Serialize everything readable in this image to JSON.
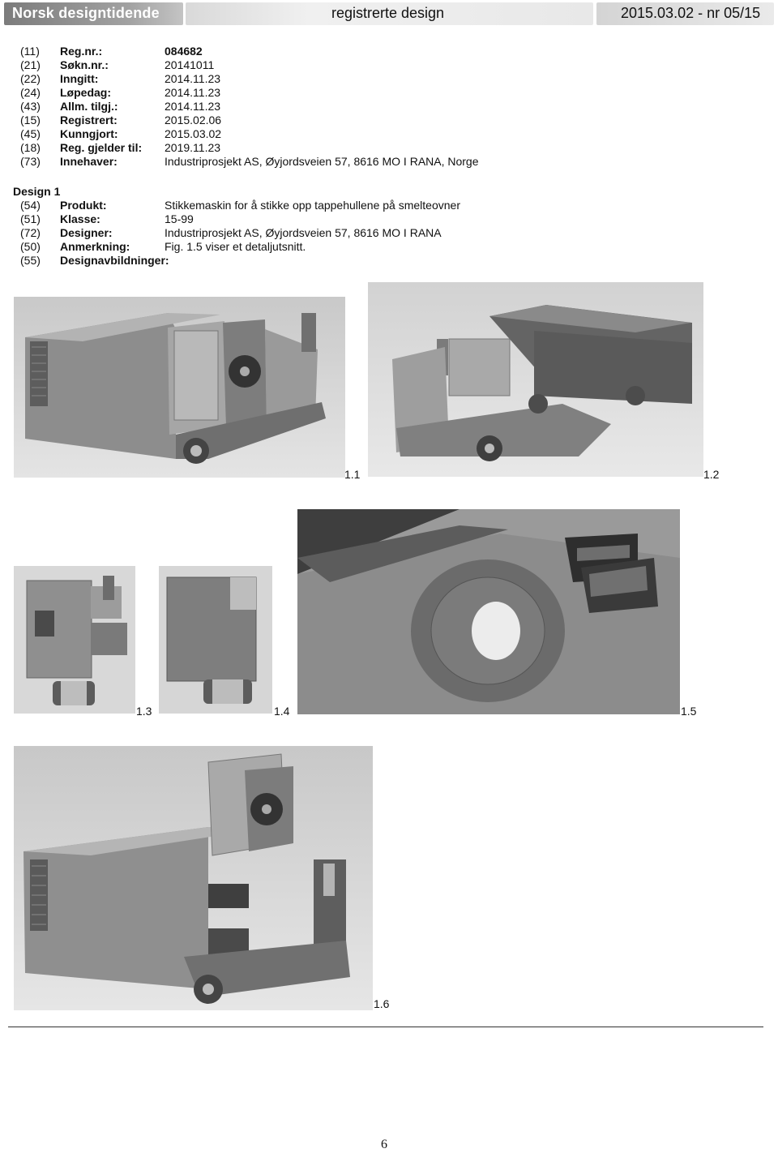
{
  "header": {
    "logo_text": "Norsk designtidende",
    "section": "registrerte design",
    "issue": "2015.03.02 - nr 05/15"
  },
  "registration": [
    {
      "code": "(11)",
      "label": "Reg.nr.:",
      "value": "084682"
    },
    {
      "code": "(21)",
      "label": "Søkn.nr.:",
      "value": "20141011"
    },
    {
      "code": "(22)",
      "label": "Inngitt:",
      "value": "2014.11.23"
    },
    {
      "code": "(24)",
      "label": "Løpedag:",
      "value": "2014.11.23"
    },
    {
      "code": "(43)",
      "label": "Allm. tilgj.:",
      "value": "2014.11.23"
    },
    {
      "code": "(15)",
      "label": "Registrert:",
      "value": "2015.02.06"
    },
    {
      "code": "(45)",
      "label": "Kunngjort:",
      "value": "2015.03.02"
    },
    {
      "code": "(18)",
      "label": "Reg. gjelder til:",
      "value": "2019.11.23"
    },
    {
      "code": "(73)",
      "label": "Innehaver:",
      "value": "Industriprosjekt AS, Øyjordsveien 57, 8616 MO I RANA, Norge"
    }
  ],
  "design": {
    "title": "Design 1",
    "fields": [
      {
        "code": "(54)",
        "label": "Produkt:",
        "value": "Stikkemaskin for å stikke opp tappehullene på smelteovner"
      },
      {
        "code": "(51)",
        "label": "Klasse:",
        "value": "15-99"
      },
      {
        "code": "(72)",
        "label": "Designer:",
        "value": "Industriprosjekt AS, Øyjordsveien 57, 8616 MO I RANA"
      },
      {
        "code": "(50)",
        "label": "Anmerkning:",
        "value": "Fig. 1.5 viser et detaljutsnitt."
      },
      {
        "code": "(55)",
        "label": "Designavbildninger:",
        "value": ""
      }
    ]
  },
  "figures": {
    "fig1": {
      "caption": "1.1",
      "icon": "machine-perspective-fan-side"
    },
    "fig2": {
      "caption": "1.2",
      "icon": "machine-perspective-rear"
    },
    "fig3": {
      "caption": "1.3",
      "icon": "machine-side-view"
    },
    "fig4": {
      "caption": "1.4",
      "icon": "machine-side-view-back"
    },
    "fig5": {
      "caption": "1.5",
      "icon": "detail-pulley-closeup"
    },
    "fig6": {
      "caption": "1.6",
      "icon": "machine-perspective-front"
    }
  },
  "footer": {
    "page_number": "6"
  }
}
